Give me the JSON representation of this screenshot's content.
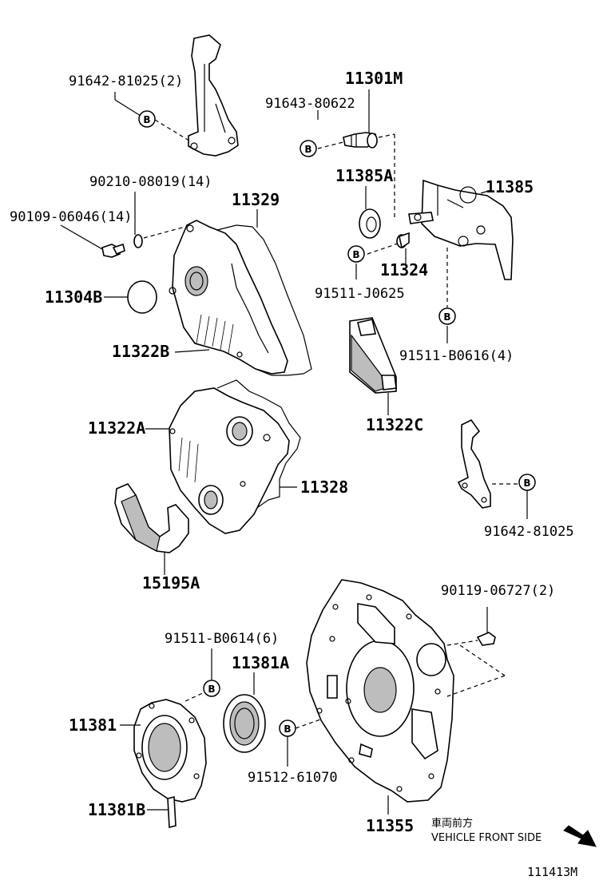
{
  "callout_letter": "B",
  "labels": {
    "p91642_81025_2": "91642-81025(2)",
    "p11301M": "11301M",
    "p91643_80622": "91643-80622",
    "p90210_08019_14": "90210-08019(14)",
    "p11329": "11329",
    "p11385A": "11385A",
    "p11385": "11385",
    "p90109_06046_14": "90109-06046(14)",
    "p11324": "11324",
    "p91511_J0625": "91511-J0625",
    "p11304B": "11304B",
    "p91511_B0616_4": "91511-B0616(4)",
    "p11322B": "11322B",
    "p11322C": "11322C",
    "p11322A": "11322A",
    "p11328": "11328",
    "p91642_81025": "91642-81025",
    "p15195A": "15195A",
    "p90119_06727_2": "90119-06727(2)",
    "p91511_B0614_6": "91511-B0614(6)",
    "p11381A": "11381A",
    "p11381": "11381",
    "p91512_61070": "91512-61070",
    "p11381B": "11381B",
    "p11355": "11355"
  },
  "direction_note": {
    "jp": "車両前方",
    "en": "VEHICLE FRONT SIDE"
  },
  "diagram_id": "111413M"
}
